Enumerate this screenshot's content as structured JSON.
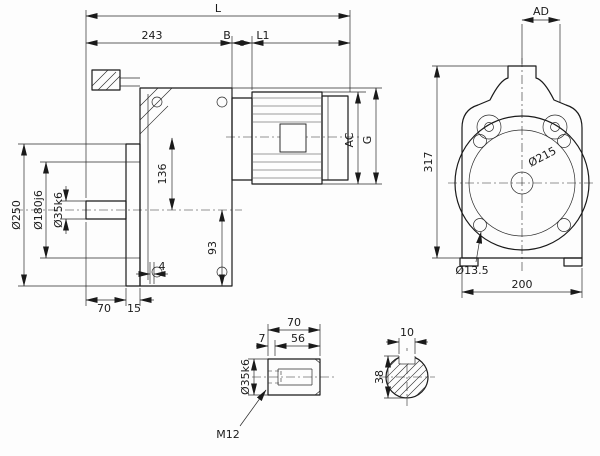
{
  "labels": {
    "L": "L",
    "n243": "243",
    "B": "B",
    "L1": "L1",
    "AD": "AD",
    "n317": "317",
    "dia215": "Ø215",
    "dia13_5": "Ø13.5",
    "n200": "200",
    "AC": "AC",
    "G": "G",
    "n136": "136",
    "n93": "93",
    "dia250": "Ø250",
    "dia180j6": "Ø180j6",
    "dia35k6": "Ø35k6",
    "n4": "4",
    "n70": "70",
    "n15": "15",
    "n56": "56",
    "n7": "7",
    "M12": "M12",
    "n10": "10",
    "n38": "38"
  }
}
